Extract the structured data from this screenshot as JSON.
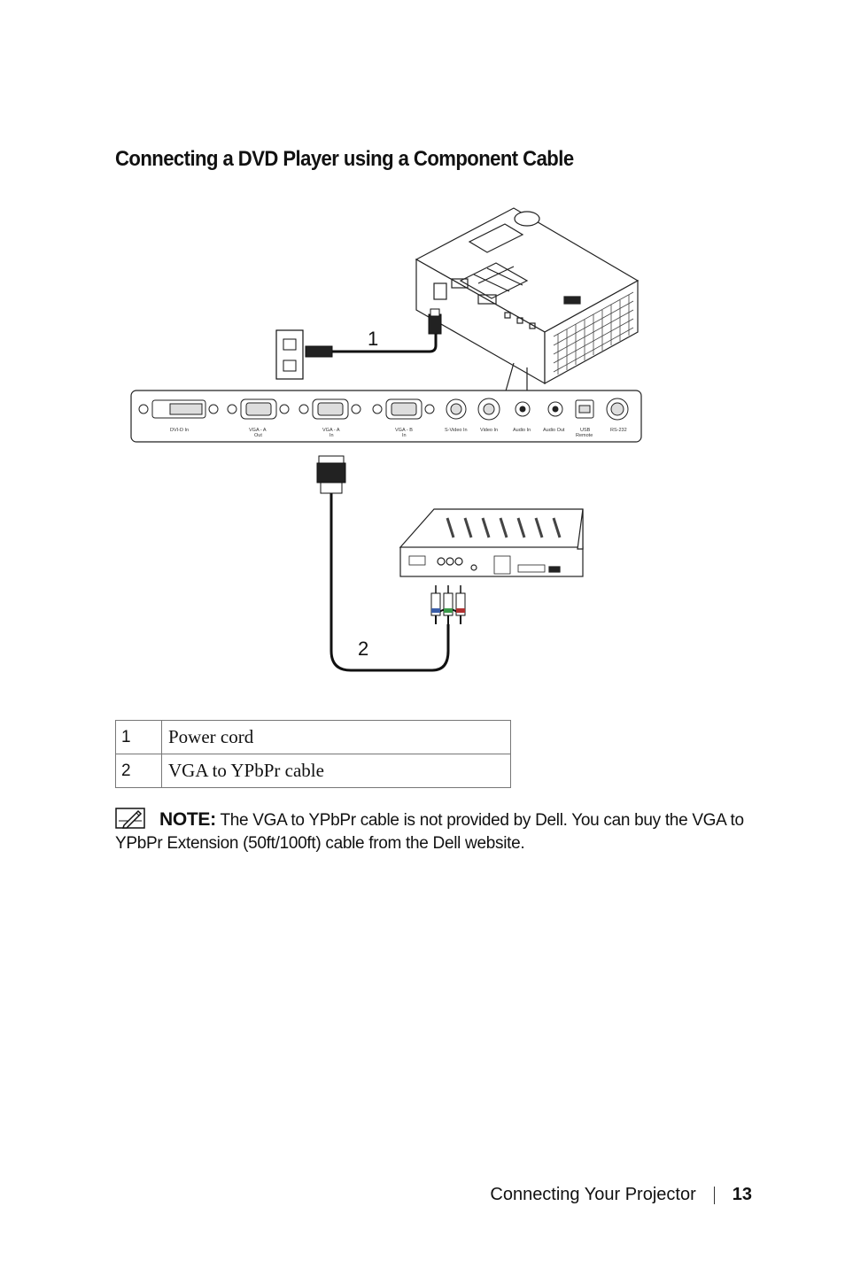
{
  "heading": "Connecting a DVD Player using a Component Cable",
  "figure": {
    "callout_1": "1",
    "callout_2": "2",
    "panel_ports": {
      "dvi": "DVI-D In",
      "vga_a_out_1": "VGA - A",
      "vga_a_out_2": "Out",
      "vga_a_in_1": "VGA - A",
      "vga_a_in_2": "In",
      "vga_b_in_1": "VGA - B",
      "vga_b_in_2": "In",
      "svideo": "S-Video In",
      "video": "Video In",
      "audio_in": "Audio In",
      "audio_out": "Audio Out",
      "usb_1": "USB",
      "usb_2": "Remote",
      "rs232": "RS-232"
    }
  },
  "legend": [
    {
      "num": "1",
      "label": "Power cord"
    },
    {
      "num": "2",
      "label": "VGA to YPbPr cable"
    }
  ],
  "note": {
    "label": "NOTE:",
    "text": " The VGA to YPbPr cable is not provided by Dell. You can buy the VGA to YPbPr Extension (50ft/100ft) cable from the Dell website."
  },
  "footer": {
    "section": "Connecting Your Projector",
    "page": "13"
  },
  "icons": [
    "pencil-note-icon"
  ]
}
